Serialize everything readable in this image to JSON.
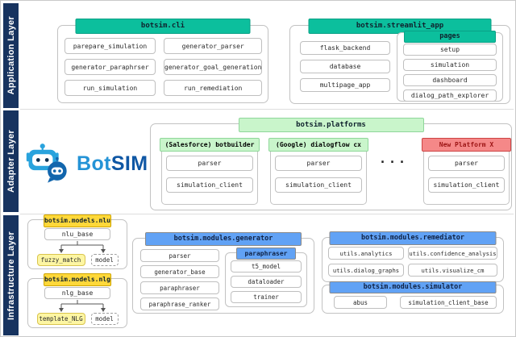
{
  "sidebar": {
    "layers": [
      {
        "label": "Application Layer"
      },
      {
        "label": "Adapter Layer"
      },
      {
        "label": "Infrastructure Layer"
      }
    ]
  },
  "app": {
    "cli": {
      "title": "botsim.cli",
      "items": [
        "parepare_simulation",
        "generator_parser",
        "generator_paraphrser",
        "generator_goal_generation",
        "run_simulation",
        "run_remediation"
      ]
    },
    "streamlit": {
      "title": "botsim.streamlit_app",
      "items": [
        "flask_backend",
        "database",
        "multipage_app"
      ],
      "pages": {
        "title": "pages",
        "items": [
          "setup",
          "simulation",
          "dashboard",
          "dialog_path_explorer"
        ]
      }
    }
  },
  "adapter": {
    "logo": {
      "bot": "Bot",
      "sim": "SIM"
    },
    "platforms": {
      "title": "botsim.platforms",
      "ellipsis": "...",
      "cards": [
        {
          "title": "(Salesforce) botbuilder",
          "items": [
            "parser",
            "simulation_client"
          ]
        },
        {
          "title": "(Google) dialogflow cx",
          "items": [
            "parser",
            "simulation_client"
          ]
        },
        {
          "title": "New Platform X",
          "items": [
            "parser",
            "simulation_client"
          ]
        }
      ]
    }
  },
  "infra": {
    "nlu": {
      "title": "botsim.models.nlu",
      "base": "nlu_base",
      "children": [
        "fuzzy_match",
        "model"
      ]
    },
    "nlg": {
      "title": "botsim.models.nlg",
      "base": "nlg_base",
      "children": [
        "template_NLG",
        "model"
      ]
    },
    "generator": {
      "title": "botsim.modules.generator",
      "items": [
        "parser",
        "generator_base",
        "paraphraser",
        "paraphrase_ranker"
      ],
      "paraphraser": {
        "title": "paraphraser",
        "items": [
          "t5_model",
          "dataloader",
          "trainer"
        ]
      }
    },
    "remediator": {
      "title": "botsim.modules.remediator",
      "items": [
        "utils.analytics",
        "utils.confidence_analysis",
        "utils.dialog_graphs",
        "utils.visualize_cm"
      ]
    },
    "simulator": {
      "title": "botsim.modules.simulator",
      "items": [
        "abus",
        "simulation_client_base"
      ]
    }
  },
  "colors": {
    "sidebar_navy": "#17335f",
    "teal_header": "#0cbf9d",
    "light_green_header": "#c9f5cb",
    "salmon_header": "#f58888",
    "gold_header": "#ffd83a",
    "light_yellow_box": "#fdf6a3",
    "blue_header": "#61a2f5",
    "logo_bot_blue": "#2493d6",
    "logo_sim_blue": "#0f57a4"
  }
}
